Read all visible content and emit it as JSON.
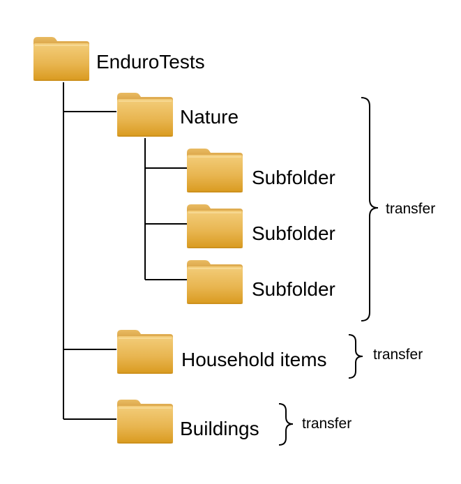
{
  "tree": {
    "root": {
      "label": "EnduroTests",
      "icon": "folder-icon"
    },
    "children": [
      {
        "label": "Nature",
        "icon": "folder-icon",
        "children": [
          {
            "label": "Subfolder",
            "icon": "folder-icon"
          },
          {
            "label": "Subfolder",
            "icon": "folder-icon"
          },
          {
            "label": "Subfolder",
            "icon": "folder-icon"
          }
        ]
      },
      {
        "label": "Household items",
        "icon": "folder-icon"
      },
      {
        "label": "Buildings",
        "icon": "folder-icon"
      }
    ]
  },
  "annotations": [
    {
      "text": "transfer",
      "spans": "Nature"
    },
    {
      "text": "transfer",
      "spans": "Household items"
    },
    {
      "text": "transfer",
      "spans": "Buildings"
    }
  ],
  "colors": {
    "folder_top": "#f3cd7a",
    "folder_bottom": "#d99a1e",
    "folder_tab": "#dba445",
    "line": "#000000"
  }
}
